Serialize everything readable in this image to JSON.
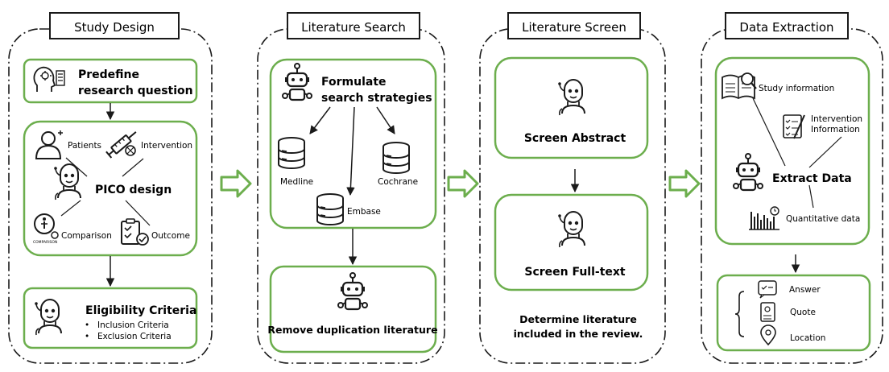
{
  "panels": [
    {
      "title": "Study Design"
    },
    {
      "title": "Literature Search"
    },
    {
      "title": "Literature Screen"
    },
    {
      "title": "Data Extraction"
    }
  ],
  "study_design": {
    "predefine_line1": "Predefine",
    "predefine_line2": "research question",
    "patients": "Patients",
    "intervention": "Intervention",
    "pico": "PICO design",
    "comparison": "Comparison",
    "comparison_icon_text": "COMPARISON",
    "outcome": "Outcome",
    "eligibility_title": "Eligibility Criteria",
    "inclusion": "Inclusion Criteria",
    "exclusion": "Exclusion Criteria"
  },
  "literature_search": {
    "formulate_line1": "Formulate",
    "formulate_line2": "search strategies",
    "medline": "Medline",
    "cochrane": "Cochrane",
    "embase": "Embase",
    "remove_dup": "Remove duplication literature"
  },
  "literature_screen": {
    "screen_abstract": "Screen Abstract",
    "screen_fulltext": "Screen Full-text",
    "determine_line1": "Determine literature",
    "determine_line2": "included in the review."
  },
  "data_extraction": {
    "study_info": "Study information",
    "intervention_line1": "Intervention",
    "intervention_line2": "Information",
    "extract_data": "Extract Data",
    "quantitative": "Quantitative data",
    "answer": "Answer",
    "quote": "Quote",
    "location": "Location"
  },
  "colors": {
    "green": "#6cae4d",
    "dark": "#1a1a1a",
    "bullet": "•"
  }
}
